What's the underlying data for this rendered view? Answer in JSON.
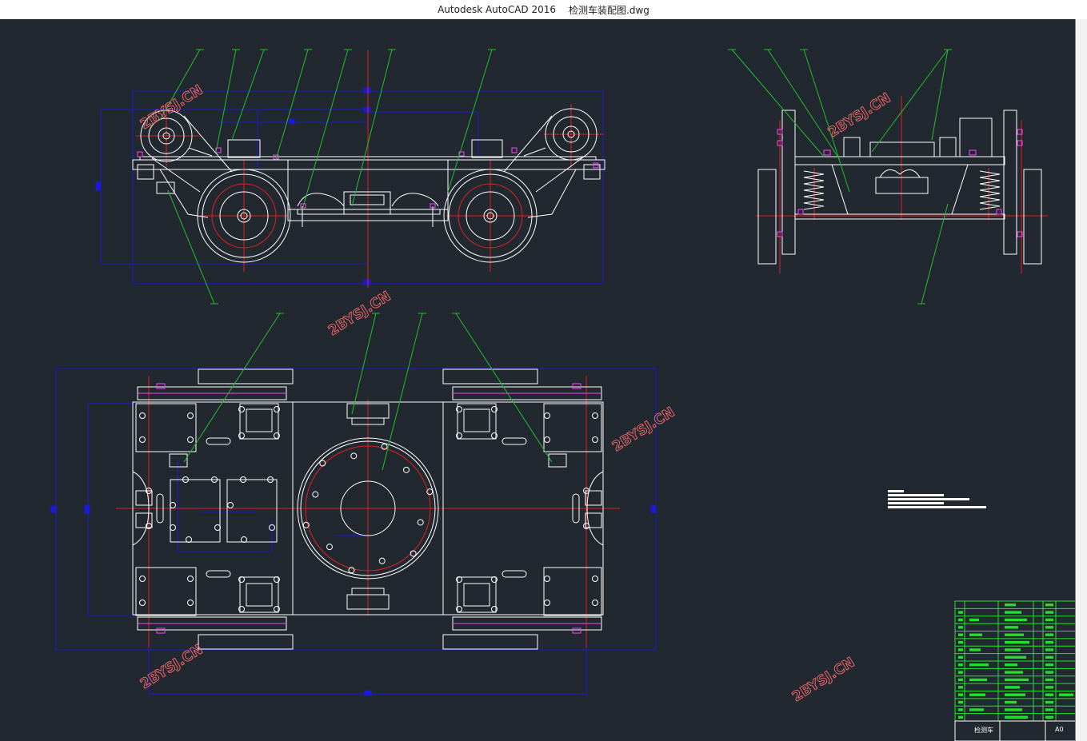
{
  "window": {
    "app_title": "Autodesk AutoCAD 2016",
    "file_name": "检测车装配图.dwg"
  },
  "watermarks": [
    "2BYSJ.CN",
    "2BYSJ.CN",
    "2BYSJ.CN",
    "2BYSJ.CN",
    "2BYSJ.CN",
    "2BYSJ.CN"
  ],
  "title_block": {
    "part_name": "检测车",
    "sheet_size": "A0"
  },
  "colors": {
    "background": "#212830",
    "geometry": "#ffffff",
    "centerline": "#e02020",
    "dimension": "#1a1ad8",
    "leader": "#22c02a",
    "hatch": "#ff40ff",
    "title_block": "#22e02a"
  }
}
